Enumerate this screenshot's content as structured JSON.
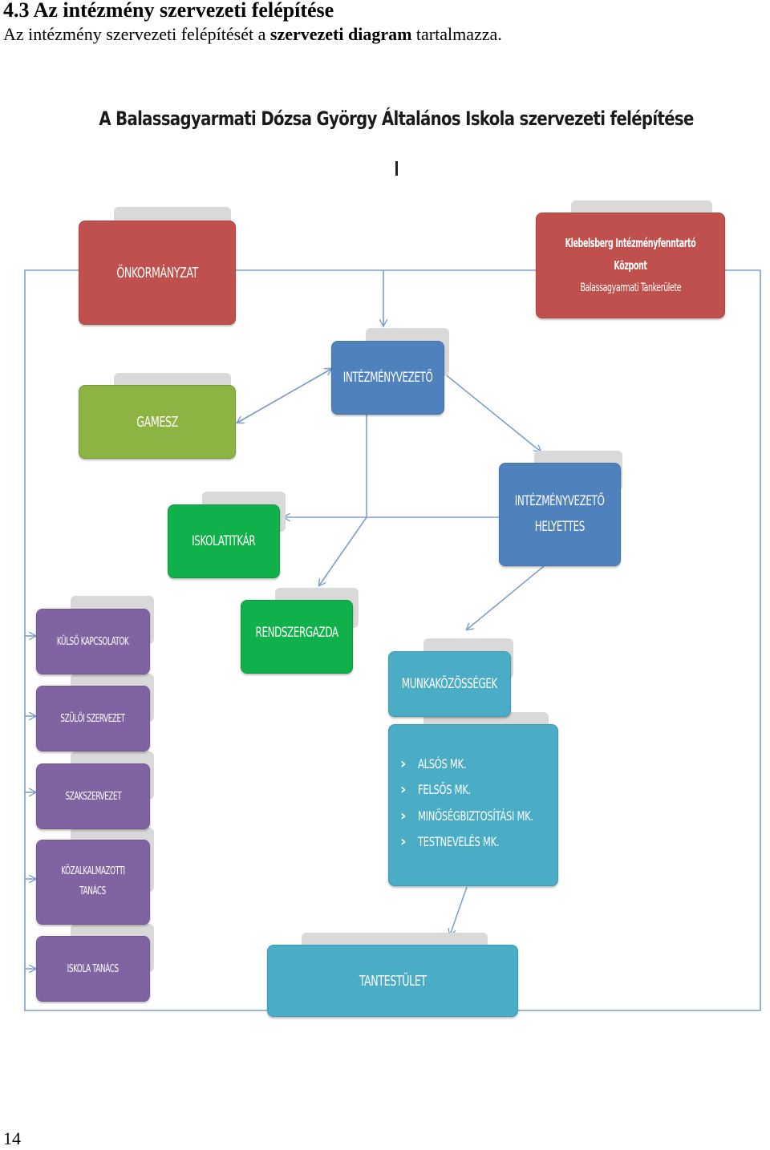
{
  "page": {
    "heading": "4.3 Az intézmény szervezeti felépítése",
    "intro_before": "Az intézmény szervezeti felépítését a ",
    "intro_bold": "szervezeti diagram",
    "intro_after": " tartalmazza.",
    "page_number": "14"
  },
  "diagram": {
    "title": "A Balassagyarmati Dózsa György Általános Iskola szervezeti felépítése",
    "nodes": {
      "onkormanyzat": "ÖNKORMÁNYZAT",
      "klebelsberg_line1": "Klebelsberg Intézményfenntartó Központ",
      "klebelsberg_line2": "Balassagyarmati Tankerülete",
      "intezmenyvezeto": "INTÉZMÉNYVEZETŐ",
      "gamesz": "GAMESZ",
      "helyettes_line1": "INTÉZMÉNYVEZETŐ",
      "helyettes_line2": "HELYETTES",
      "iskolatitkar": "ISKOLATITKÁR",
      "rendszergazda": "RENDSZERGAZDA",
      "kulso_kapcsolatok": "KÜLSŐ KAPCSOLATOK",
      "szuloi_szervezet": "SZÜLŐI SZERVEZET",
      "szakszervezet": "SZAKSZERVEZET",
      "kozalkalmazotti_line1": "KÖZALKALMAZOTTI",
      "kozalkalmazotti_line2": "TANÁCS",
      "iskola_tanacs": "ISKOLA TANÁCS",
      "munkakozossegek": "MUNKAKÖZÖSSÉGEK",
      "tantestulet": "TANTESTÜLET"
    },
    "mk_list": [
      "ALSÓS MK.",
      "FELSŐS MK.",
      "MINŐSÉGBIZTOSÍTÁSI MK.",
      "TESTNEVELÉS MK."
    ],
    "colors": {
      "red": "#c0504d",
      "light_green": "#8db443",
      "blue": "#4f81bd",
      "green": "#10b14b",
      "purple": "#8064a2",
      "teal": "#4bacc6",
      "connector": "#7f9fca"
    }
  }
}
